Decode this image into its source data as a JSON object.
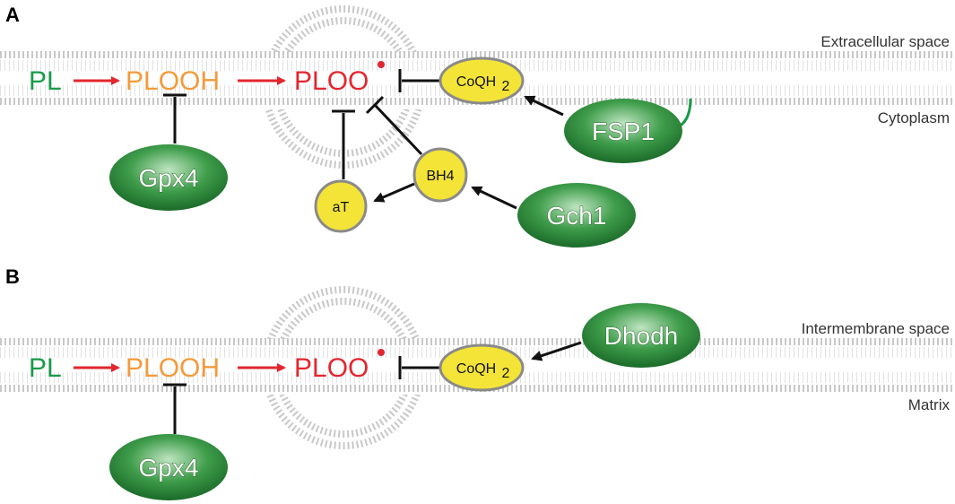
{
  "panel_a": {
    "letter": "A",
    "top_region": "Extracellular space",
    "bottom_region": "Cytoplasm",
    "substrate": "PL",
    "hydroperoxide": "PLOOH",
    "radical": "PLOO",
    "coqh2": "CoQH",
    "coqh2_sub": "2",
    "gpx4": "Gpx4",
    "fsp1": "FSP1",
    "bh4": "BH4",
    "at": "aT",
    "gch1": "Gch1"
  },
  "panel_b": {
    "letter": "B",
    "top_region": "Intermembrane space",
    "bottom_region": "Matrix",
    "substrate": "PL",
    "hydroperoxide": "PLOOH",
    "radical": "PLOO",
    "coqh2": "CoQH",
    "coqh2_sub": "2",
    "gpx4": "Gpx4",
    "dhodh": "Dhodh"
  },
  "colors": {
    "pl": "#1a9a4a",
    "plooh": "#f39a3b",
    "ploo": "#e3262e",
    "arrow_red": "#e3262e",
    "enzyme_green": "#2e8b3a",
    "cofactor_yellow": "#f4e437",
    "cofactor_border": "#8a8a8a",
    "membrane": "#c8c8c8"
  },
  "icons": {
    "radical_dot": "red-dot",
    "membrane": "lipid-bilayer",
    "bleb": "lipid-bulge"
  }
}
